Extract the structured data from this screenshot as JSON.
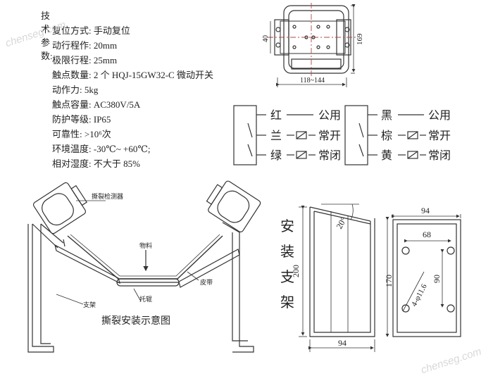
{
  "specs": {
    "title": "技术参数:",
    "rows": [
      {
        "label": "复位方式:",
        "value": "手动复位"
      },
      {
        "label": "动行程作:",
        "value": "20mm"
      },
      {
        "label": "极限行程:",
        "value": "25mm"
      },
      {
        "label": "触点数量:",
        "value": "2 个 HQJ-15GW32-C 微动开关"
      },
      {
        "label": "动作力:",
        "value": "5kg"
      },
      {
        "label": "触点容量:",
        "value": "AC380V/5A"
      },
      {
        "label": "防护等级:",
        "value": "IP65"
      },
      {
        "label": "可靠性:",
        "value": ">10⁶次"
      },
      {
        "label": "环境温度:",
        "value": "-30℃~ +60℃;"
      },
      {
        "label": "相对湿度:",
        "value": "不大于 85%"
      }
    ]
  },
  "top_drawing": {
    "dim_bottom": "118~144",
    "dim_left": "40",
    "dim_right": "169"
  },
  "wiring": {
    "left": [
      {
        "color": "红",
        "function": "公用"
      },
      {
        "color": "兰",
        "function": "常开"
      },
      {
        "color": "绿",
        "function": "常闭"
      }
    ],
    "right": [
      {
        "color": "黑",
        "function": "公用"
      },
      {
        "color": "棕",
        "function": "常开"
      },
      {
        "color": "黄",
        "function": "常闭"
      }
    ]
  },
  "install": {
    "caption": "撕裂安装示意图",
    "label_switch": "撕裂检测器",
    "label_material": "物料",
    "label_bracket": "支架",
    "label_belt": "皮带",
    "label_roller": "托辊"
  },
  "bracket": {
    "title_chars": [
      "安",
      "装",
      "支",
      "架"
    ],
    "angle": "20°",
    "dim_height": "200",
    "dim_bottom": "94"
  },
  "plate": {
    "dim_top": "94",
    "dim_inner_top": "68",
    "dim_height": "170",
    "dim_inner_vert": "90",
    "hole_label": "4-φ11.6"
  },
  "watermark": "chenseg.com"
}
